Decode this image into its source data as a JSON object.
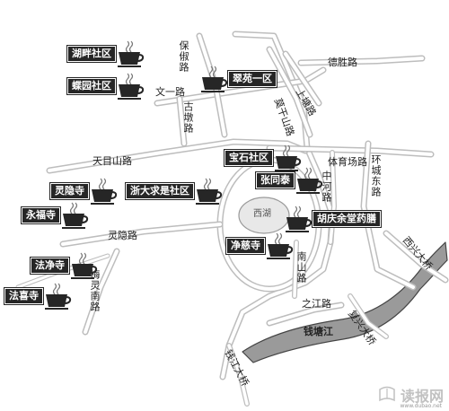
{
  "places": [
    {
      "id": "hupan",
      "label": "湖畔社区"
    },
    {
      "id": "dieyuan",
      "label": "蝶园社区"
    },
    {
      "id": "cuiyuan",
      "label": "翠苑一区"
    },
    {
      "id": "baoshi",
      "label": "宝石社区"
    },
    {
      "id": "zhangtongtai",
      "label": "张同泰"
    },
    {
      "id": "lingyin",
      "label": "灵隐寺"
    },
    {
      "id": "zheda",
      "label": "浙大求是社区"
    },
    {
      "id": "yongfu",
      "label": "永福寺"
    },
    {
      "id": "huqingyu",
      "label": "胡庆余堂药膳"
    },
    {
      "id": "jingci",
      "label": "净慈寺"
    },
    {
      "id": "fajing",
      "label": "法净寺"
    },
    {
      "id": "faxi",
      "label": "法喜寺"
    }
  ],
  "roads": {
    "baochu": "保俶路",
    "wenyi": "文一路",
    "gudang": "古墩路",
    "dehsheng": "德胜路",
    "shangtang": "上塘路",
    "moganshan": "莫干山路",
    "tianmushan": "天目山路",
    "tiyuchang": "体育场路",
    "huancheng": "环城东路",
    "zhonghe": "中河路",
    "xihu": "西湖",
    "lingyin": "灵隐路",
    "nanshan": "南山路",
    "xixing": "西兴大桥",
    "meiling": "梅灵南路",
    "zhijiang": "之江路",
    "qiantang": "钱塘江",
    "fuxing": "复兴大桥",
    "qianjiang": "钱江大桥"
  },
  "watermark": {
    "text": "读报网",
    "sub": "www.dubao.net"
  }
}
